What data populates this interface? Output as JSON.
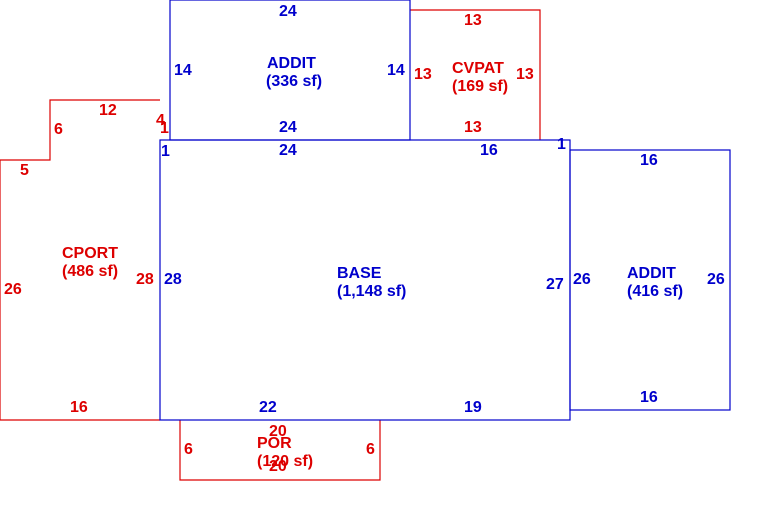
{
  "colors": {
    "blue": "#0000cc",
    "red": "#dd0000"
  },
  "areas": {
    "addit_top": {
      "name": "ADDIT",
      "area": "(336 sf)",
      "dims": [
        "24",
        "14",
        "14",
        "24"
      ]
    },
    "cvpat": {
      "name": "CVPAT",
      "area": "(169 sf)",
      "dims": [
        "13",
        "13",
        "13",
        "13"
      ]
    },
    "cport": {
      "name": "CPORT",
      "area": "(486 sf)",
      "dims": [
        "12",
        "6",
        "4",
        "1",
        "5",
        "26",
        "28",
        "16"
      ]
    },
    "base": {
      "name": "BASE",
      "area": "(1,148 sf)",
      "dims": [
        "1",
        "24",
        "16",
        "1",
        "28",
        "27",
        "22",
        "19"
      ]
    },
    "addit_right": {
      "name": "ADDIT",
      "area": "(416 sf)",
      "dims": [
        "16",
        "26",
        "26",
        "16"
      ]
    },
    "por": {
      "name": "POR",
      "area": "(120 sf)",
      "dims": [
        "20",
        "6",
        "6",
        "20"
      ]
    }
  }
}
